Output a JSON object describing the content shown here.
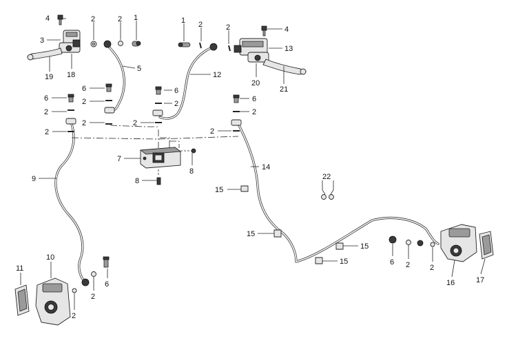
{
  "callouts": [
    {
      "id": "c-1a",
      "text": "1"
    },
    {
      "id": "c-2a",
      "text": "2"
    },
    {
      "id": "c-2b",
      "text": "2"
    },
    {
      "id": "c-3",
      "text": "3"
    },
    {
      "id": "c-4a",
      "text": "4"
    },
    {
      "id": "c-5",
      "text": "5"
    },
    {
      "id": "c-18",
      "text": "18"
    },
    {
      "id": "c-19",
      "text": "19"
    },
    {
      "id": "c-1b",
      "text": "1"
    },
    {
      "id": "c-2c",
      "text": "2"
    },
    {
      "id": "c-2d",
      "text": "2"
    },
    {
      "id": "c-4b",
      "text": "4"
    },
    {
      "id": "c-13",
      "text": "13"
    },
    {
      "id": "c-12",
      "text": "12"
    },
    {
      "id": "c-20",
      "text": "20"
    },
    {
      "id": "c-21",
      "text": "21"
    },
    {
      "id": "c-6a",
      "text": "6"
    },
    {
      "id": "c-2e",
      "text": "2"
    },
    {
      "id": "c-2f",
      "text": "2"
    },
    {
      "id": "c-6b",
      "text": "6"
    },
    {
      "id": "c-2g",
      "text": "2"
    },
    {
      "id": "c-2h",
      "text": "2"
    },
    {
      "id": "c-6c",
      "text": "6"
    },
    {
      "id": "c-2i",
      "text": "2"
    },
    {
      "id": "c-2j",
      "text": "2"
    },
    {
      "id": "c-6d",
      "text": "6"
    },
    {
      "id": "c-2k",
      "text": "2"
    },
    {
      "id": "c-2l",
      "text": "2"
    },
    {
      "id": "c-7",
      "text": "7"
    },
    {
      "id": "c-8a",
      "text": "8"
    },
    {
      "id": "c-8b",
      "text": "8"
    },
    {
      "id": "c-9",
      "text": "9"
    },
    {
      "id": "c-14",
      "text": "14"
    },
    {
      "id": "c-22",
      "text": "22"
    },
    {
      "id": "c-15a",
      "text": "15"
    },
    {
      "id": "c-15b",
      "text": "15"
    },
    {
      "id": "c-15c",
      "text": "15"
    },
    {
      "id": "c-15d",
      "text": "15"
    },
    {
      "id": "c-10",
      "text": "10"
    },
    {
      "id": "c-11",
      "text": "11"
    },
    {
      "id": "c-2m",
      "text": "2"
    },
    {
      "id": "c-2n",
      "text": "2"
    },
    {
      "id": "c-6e",
      "text": "6"
    },
    {
      "id": "c-6f",
      "text": "6"
    },
    {
      "id": "c-2o",
      "text": "2"
    },
    {
      "id": "c-2p",
      "text": "2"
    },
    {
      "id": "c-16",
      "text": "16"
    },
    {
      "id": "c-17",
      "text": "17"
    }
  ]
}
